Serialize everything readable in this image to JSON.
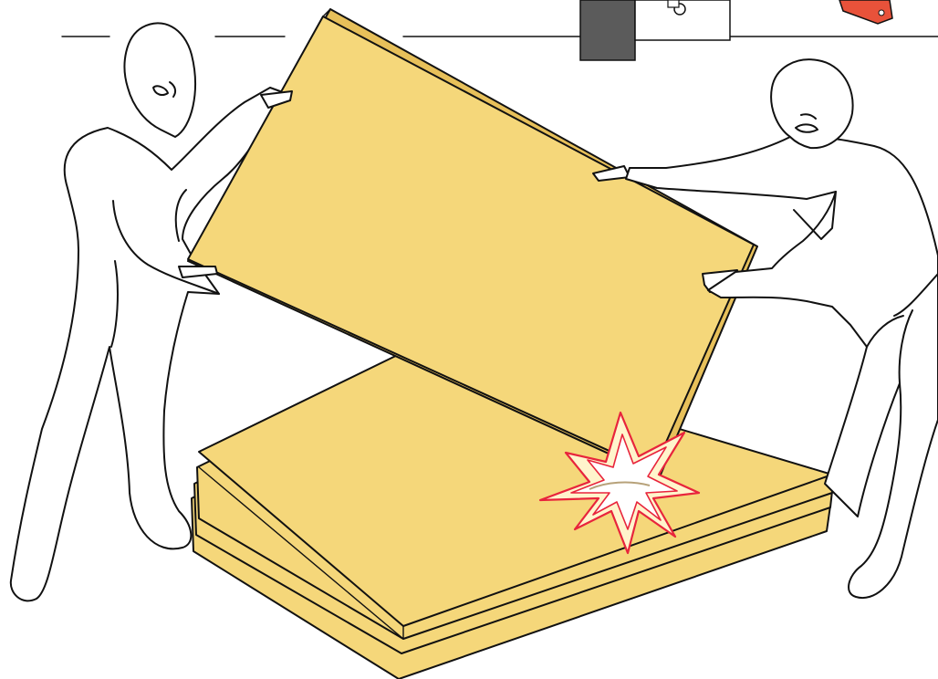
{
  "scene": {
    "type": "safety-illustration",
    "subject": "two-people-lowering-panel-onto-stack",
    "hazard": "panel-edge-impact",
    "text": []
  },
  "colors": {
    "panel_fill": "#F5D77A",
    "panel_edge": "#E7C05A",
    "outline": "#111111",
    "background": "#FFFFFF",
    "impact_red": "#E8243C",
    "impact_glow": "#FFF4CC",
    "device_gray": "#5B5B5B",
    "device_orange": "#E8523A"
  },
  "icons": [
    "impact-burst-icon",
    "device-detail-icon"
  ]
}
